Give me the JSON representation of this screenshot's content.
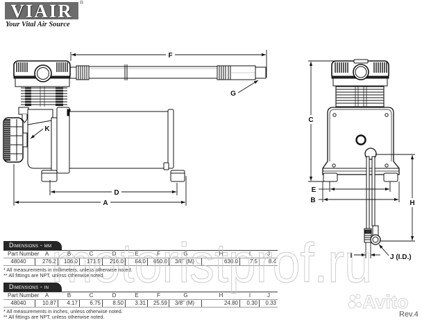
{
  "brand": {
    "logo": "VIAIR",
    "registered": "®",
    "tagline": "Your Vital Air Source"
  },
  "drawing": {
    "side_view": {
      "labels": {
        "F": "F",
        "G": "G",
        "K": "K",
        "D": "D",
        "A": "A"
      }
    },
    "front_view": {
      "labels": {
        "C": "C",
        "E": "E",
        "B": "B",
        "H": "H",
        "I": "I",
        "J": "J (I.D.)"
      }
    }
  },
  "tables": {
    "mm": {
      "title": "Dimensions - mm",
      "headers": [
        "Part Number",
        "A",
        "B",
        "C",
        "D",
        "E",
        "F",
        "G",
        "H",
        "I",
        "J"
      ],
      "row": [
        "48040",
        "276.2",
        "106.0",
        "171.5",
        "216.0",
        "84.0",
        "650.0",
        "3/8\" (M)",
        "630.0",
        "7.5",
        "8.4"
      ],
      "notes": [
        "* All measurements in millimeters, unless otherwise noted.",
        "** All fittings are NPT, unless otherwise noted."
      ]
    },
    "in": {
      "title": "Dimensions - in",
      "headers": [
        "Part Number",
        "A",
        "B",
        "C",
        "D",
        "E",
        "F",
        "G",
        "H",
        "I",
        "J"
      ],
      "row": [
        "48040",
        "10.87",
        "4.17",
        "6.75",
        "8.50",
        "3.31",
        "25.59",
        "3/8\" (M)",
        "24.80",
        "0.30",
        "0.33"
      ],
      "notes": [
        "* All measurements in inches, unless otherwise noted.",
        "** All fittings are NPT, unless otherwise noted."
      ]
    }
  },
  "watermarks": {
    "site": "motoristprof.ru",
    "marketplace": "Avito"
  },
  "revision": "Rev.4",
  "colors": {
    "line": "#111111",
    "tab_background": "#262626",
    "logo_background": "#6c6c6c",
    "watermark": "#c4c4c4"
  }
}
